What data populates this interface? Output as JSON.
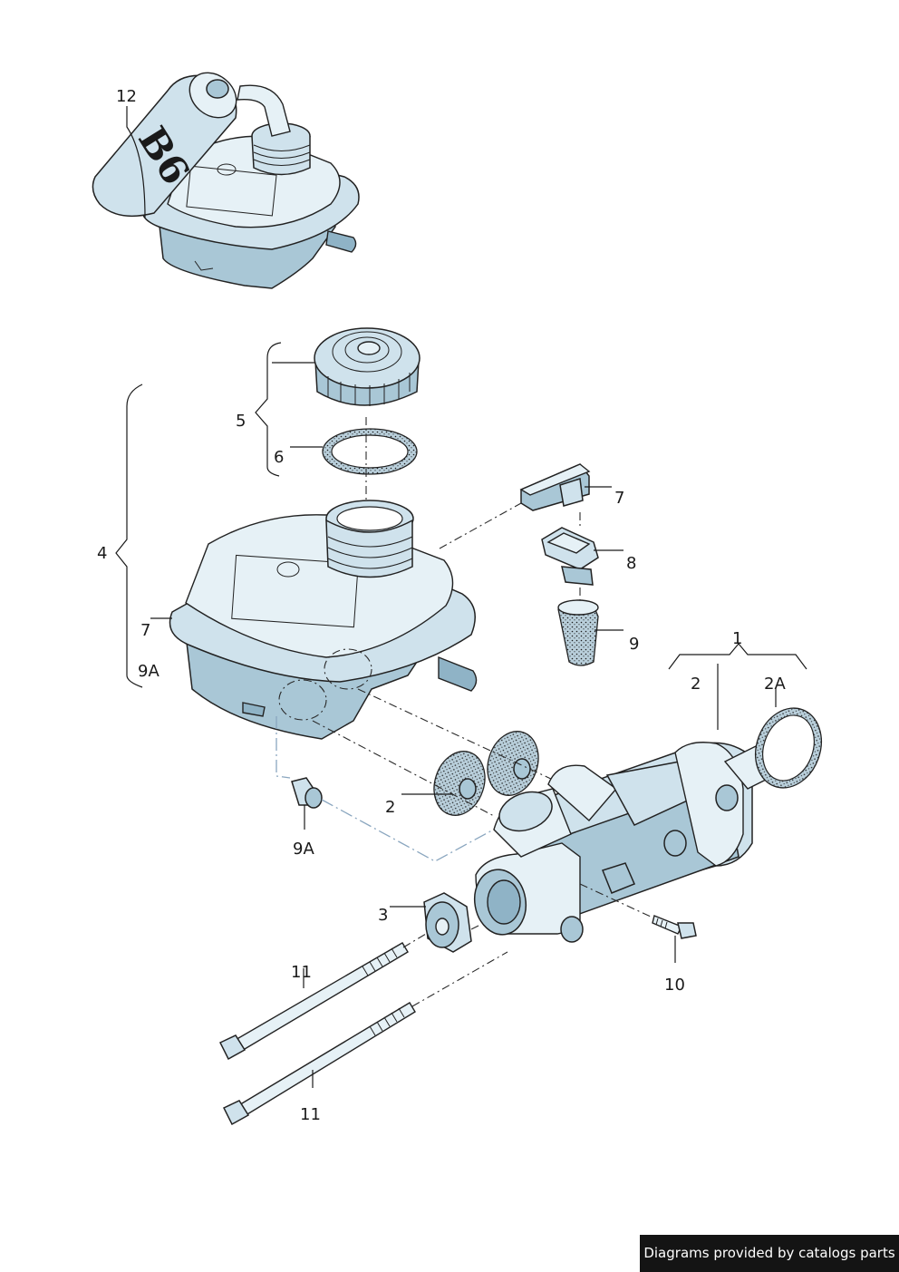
{
  "callouts": {
    "c12": "12",
    "c5": "5",
    "c6": "6",
    "c4": "4",
    "c7a": "7",
    "c7b": "7",
    "c8": "8",
    "c9": "9",
    "c9A_top": "9A",
    "c1": "1",
    "c2_top": "2",
    "c2A": "2A",
    "c2_mid": "2",
    "c9A_mid": "9A",
    "c3": "3",
    "c10": "10",
    "c11_top": "11",
    "c11_bottom": "11"
  },
  "bottle_label": "B6",
  "credit": "Diagrams provided by catalogs parts"
}
